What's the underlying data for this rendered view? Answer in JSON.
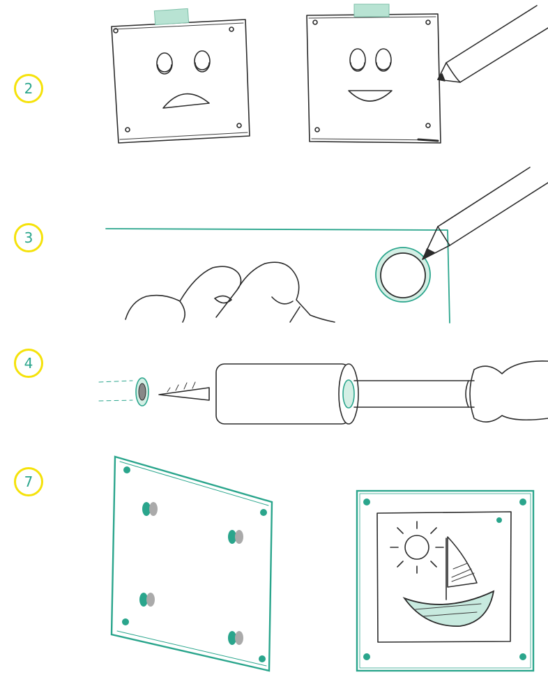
{
  "steps": [
    {
      "number": "2"
    },
    {
      "number": "3"
    },
    {
      "number": "4"
    },
    {
      "number": "7"
    }
  ],
  "colors": {
    "badge_ring": "#f5e20a",
    "badge_text": "#2aa58c",
    "accent": "#2aa58c",
    "ink": "#2b2b2b"
  },
  "icons": [
    "paper-sad-face",
    "paper-happy-face",
    "pencil",
    "hand",
    "screw",
    "screwdriver",
    "wall-plug",
    "glass-panel",
    "standoff-spacers",
    "framed-boat-drawing"
  ]
}
